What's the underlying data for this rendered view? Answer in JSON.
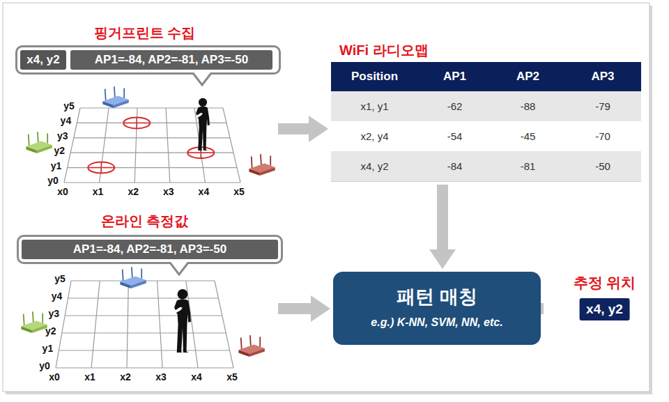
{
  "diagram": {
    "nodes": [
      {
        "text": [
          "핑거프린트 수집"
        ]
      },
      {
        "text": [
          "AP1=-84, AP2=-81, AP3=-50"
        ],
        "in": 0
      },
      {
        "text": [
          "x4, y2"
        ],
        "in": 1
      },
      {
        "text": [
          "온라인 측정값"
        ]
      },
      {
        "text": [
          "AP1=-84, AP2=-81, AP3=-50"
        ],
        "in": 3
      },
      {
        "text": [
          "WiFi 라디오맵"
        ]
      },
      {
        "text": [
          "패턴 매칭",
          "e.g.) K-NN, SVM, NN, etc."
        ]
      },
      {
        "text": [
          "추정 위치",
          "x4, y2"
        ]
      }
    ],
    "edges": [
      {
        "from": 0,
        "to": 5,
        "arrow": "to"
      },
      {
        "from": 5,
        "to": 6,
        "arrow": "to"
      },
      {
        "from": 3,
        "to": 6,
        "arrow": "to"
      },
      {
        "from": 6,
        "to": 7,
        "arrow": "to"
      }
    ],
    "labels": [
      "Position",
      "AP1",
      "AP2",
      "AP3",
      "x1, y1",
      "-62",
      "-88",
      "-79",
      "x2, y4",
      "-54",
      "-45",
      "-70",
      "x4, y2",
      "-84",
      "-81",
      "-50",
      "y5",
      "y4",
      "y3",
      "y2",
      "y1",
      "y0",
      "x0",
      "x1",
      "x2",
      "x3",
      "x4",
      "x5",
      "y5",
      "y4",
      "y3",
      "y2",
      "y1",
      "y0",
      "x0",
      "x1",
      "x2",
      "x3",
      "x4",
      "x5"
    ]
  }
}
